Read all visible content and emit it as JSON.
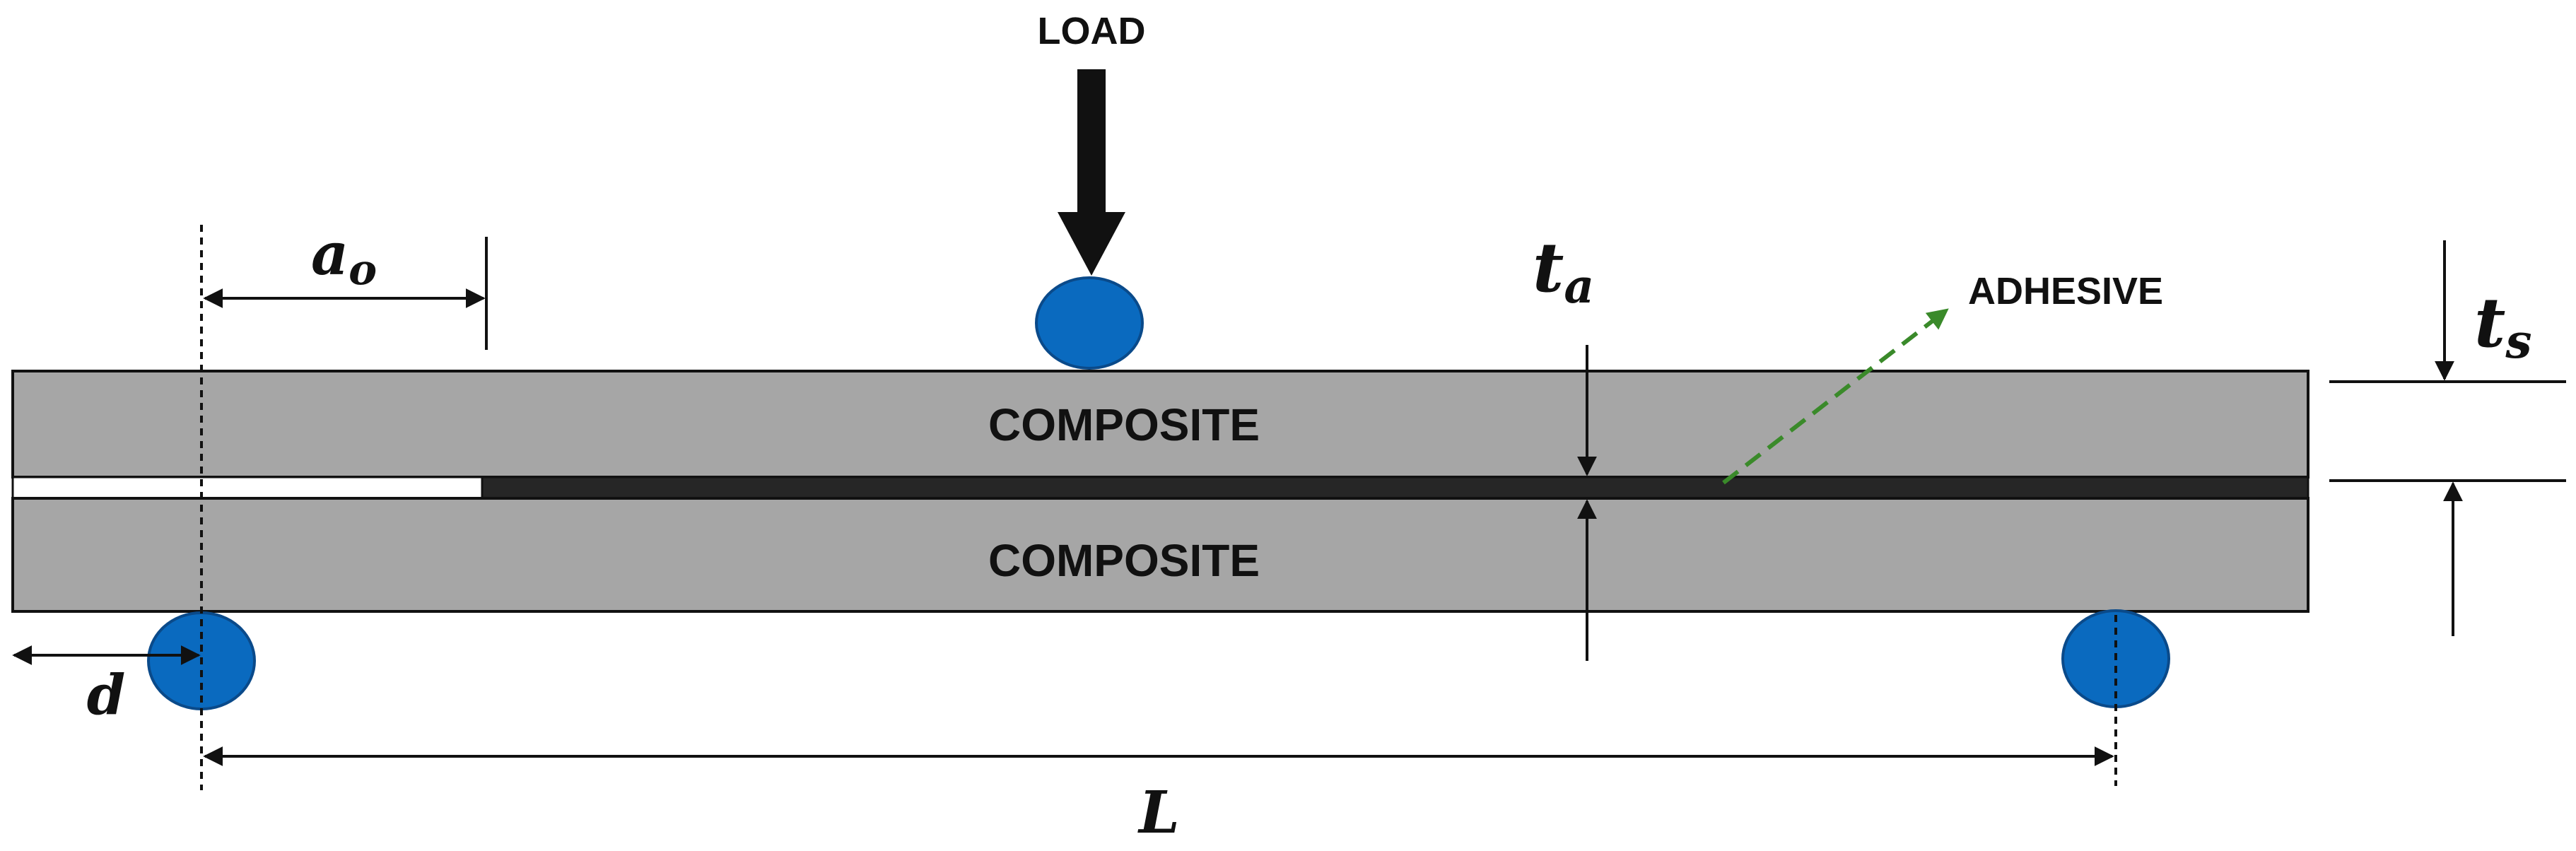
{
  "labels": {
    "load": "LOAD",
    "adhesive": "ADHESIVE",
    "composite_top": "COMPOSITE",
    "composite_bottom": "COMPOSITE"
  },
  "symbols": {
    "crack_length": {
      "main": "a",
      "sub": "o"
    },
    "adhesive_thickness": {
      "main": "t",
      "sub": "a"
    },
    "substrate_thickness": {
      "main": "t",
      "sub": "s"
    },
    "overhang": "d",
    "span": "L"
  },
  "colors": {
    "composite": "#a6a6a6",
    "adhesive": "#262626",
    "support": "#0a6abf",
    "support_edge": "#0a4a8a",
    "adhesive_pointer": "#3a8a2a",
    "line": "#111111"
  }
}
